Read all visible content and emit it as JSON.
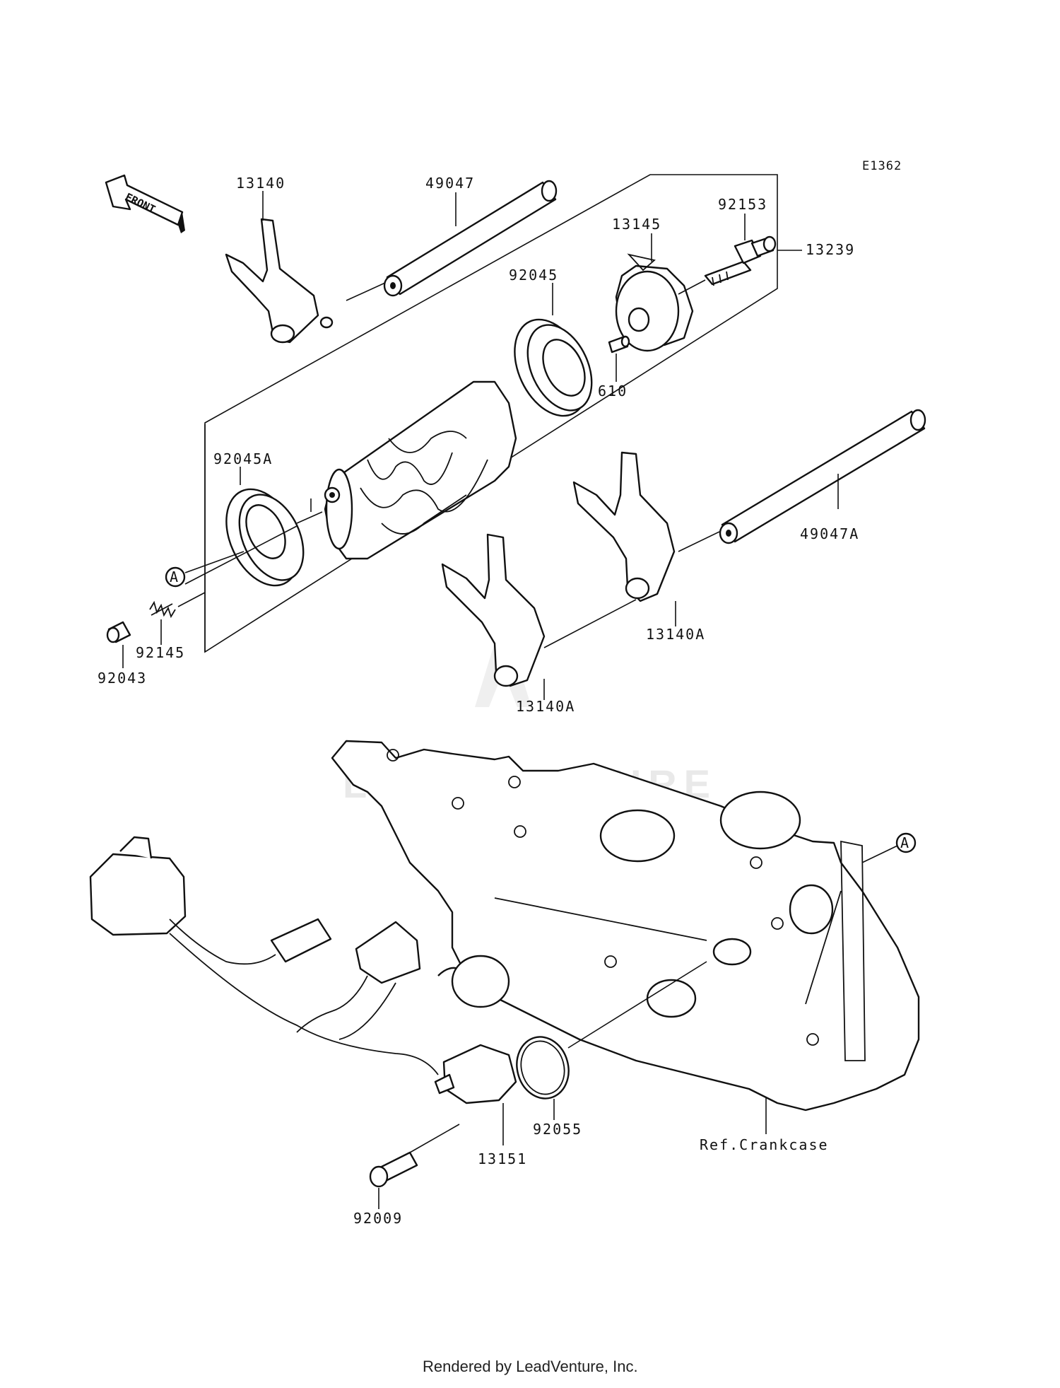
{
  "diagram_code": "E1362",
  "front_arrow_label": "FRONT",
  "labels": {
    "p13140": "13140",
    "p49047": "49047",
    "p92153": "92153",
    "p13145": "13145",
    "p13239": "13239",
    "p92045": "92045",
    "p610": "610",
    "p92045A": "92045A",
    "p49047A": "49047A",
    "pA_left": "A",
    "p92145": "92145",
    "p92043": "92043",
    "p13140A_right": "13140A",
    "p13140A_left": "13140A",
    "pA_right": "A",
    "p92055": "92055",
    "p13151": "13151",
    "p92009": "92009",
    "ref_crankcase": "Ref.Crankcase"
  },
  "watermark": "LEADVENTURE",
  "footer": "Rendered by LeadVenture, Inc."
}
